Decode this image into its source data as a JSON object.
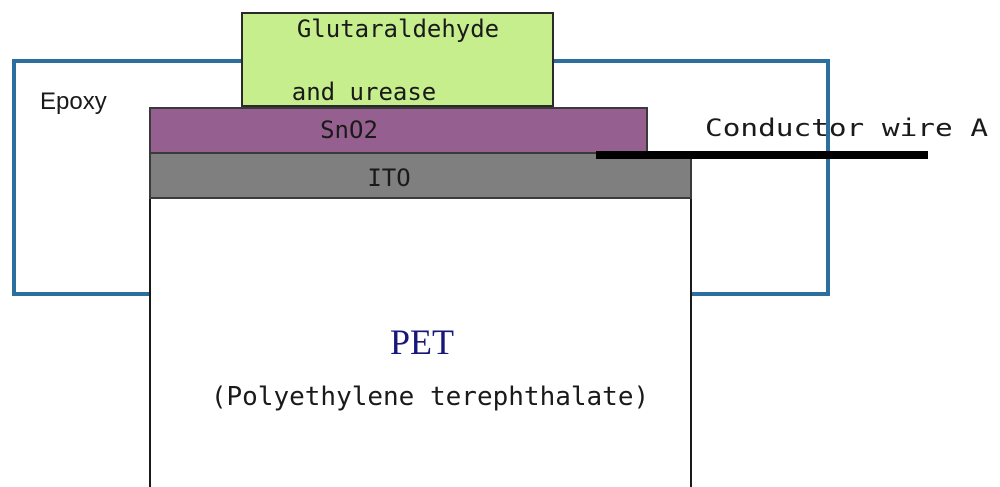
{
  "diagram": {
    "layers": {
      "enzyme": {
        "line1": "Glutaraldehyde",
        "line2": "and urease"
      },
      "sno2": {
        "label": "SnO2"
      },
      "ito": {
        "label": "ITO"
      },
      "pet": {
        "label": "PET",
        "sublabel": "(Polyethylene terephthalate)"
      }
    },
    "labels": {
      "epoxy": "Epoxy",
      "conductor_wire": "Conductor wire A"
    }
  }
}
